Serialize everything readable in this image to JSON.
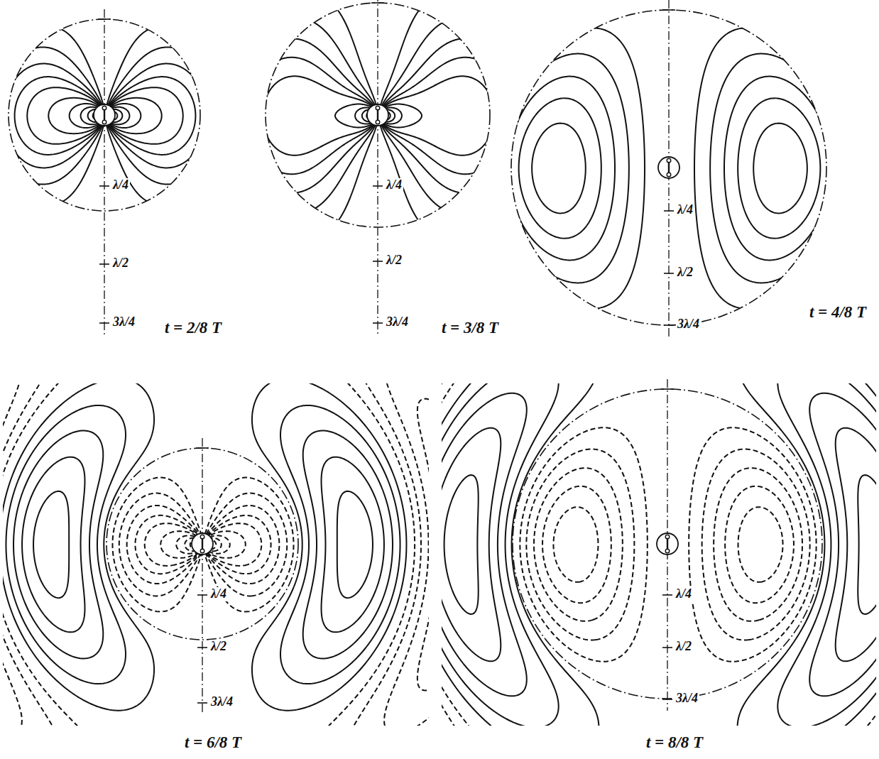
{
  "diagram": {
    "labels": [
      "λ/4",
      "λ/2",
      "3λ/4",
      "t = 2/8 T",
      "λ/4",
      "λ/2",
      "3λ/4",
      "t = 3/8 T",
      "λ/4",
      "λ/2",
      "3λ/4",
      "t = 4/8 T",
      "λ/4",
      "λ/2",
      "3λ/4",
      "t = 6/8 T",
      "λ/4",
      "λ/2",
      "3λ/4",
      "t = 8/8 T"
    ]
  }
}
